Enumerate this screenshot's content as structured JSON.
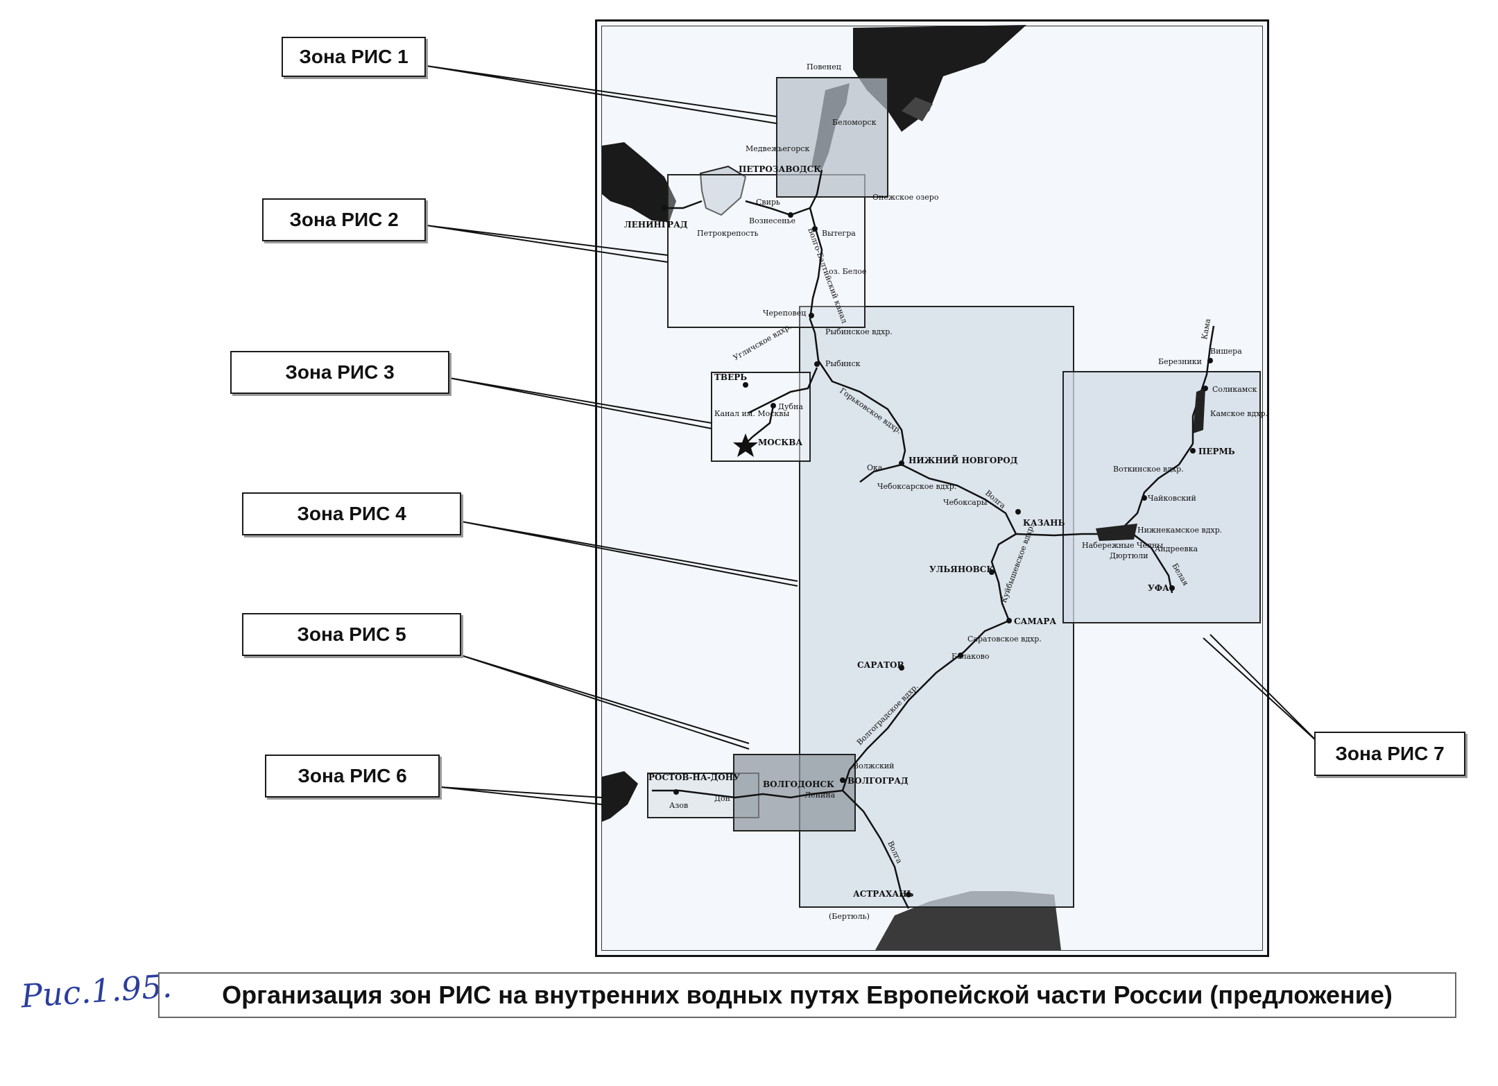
{
  "zones": [
    {
      "id": 1,
      "label": "Зона РИС 1"
    },
    {
      "id": 2,
      "label": "Зона РИС 2"
    },
    {
      "id": 3,
      "label": "Зона РИС 3"
    },
    {
      "id": 4,
      "label": "Зона РИС 4"
    },
    {
      "id": 5,
      "label": "Зона РИС 5"
    },
    {
      "id": 6,
      "label": "Зона РИС 6"
    },
    {
      "id": 7,
      "label": "Зона РИС 7"
    }
  ],
  "map": {
    "places": {
      "leningrad": "ЛЕНИНГРАД",
      "petrokrepost": "Петрокрепость",
      "svir": "Свирь",
      "voznesenie": "Вознесенье",
      "vytegra": "Вытегра",
      "volga_balt": "Волго-Балтийский канал",
      "oz_beloe": "оз. Белое",
      "cherepovets": "Череповец",
      "rybinskoe": "Рыбинское вдхр.",
      "rybinsk": "Рыбинск",
      "tver": "ТВЕРЬ",
      "uglich": "Угличское вдхр.",
      "dubna": "Дубна",
      "kanal_moskvy": "Канал им. Москвы",
      "moskva": "МОСКВА",
      "gorkovskoe": "Горьковское вдхр.",
      "nizhny": "НИЖНИЙ НОВГОРОД",
      "oka": "Ока",
      "cheboksary_res": "Чебоксарское вдхр.",
      "cheboksary": "Чебоксары",
      "volga1": "Волга",
      "kazan": "КАЗАНЬ",
      "ulyanovsk": "УЛЬЯНОВСК",
      "kuibyshev": "Куйбышевское вдхр.",
      "samara": "САМАРА",
      "saratovskoe": "Саратовское вдхр.",
      "balakovo": "Балаково",
      "saratov": "САРАТОВ",
      "volgogradskoe": "Волгоградское вдхр.",
      "volzhsky": "Волжский",
      "volgograd": "ВОЛГОГРАД",
      "volgodonsk": "ВОЛГОДОНСК",
      "lenin": "Ленина",
      "rostov": "РОСТОВ-НА-ДОНУ",
      "don": "Дон",
      "azov": "Азов",
      "volga2": "Волга",
      "astrakhan": "АСТРАХАНЬ",
      "bertyl": "(Бертюль)",
      "kama": "Кама",
      "vishera": "Вишера",
      "berezniki": "Березники",
      "solikamsk": "Соликамск",
      "kamskoe": "Камское вдхр.",
      "perm": "ПЕРМЬ",
      "votkinskoe": "Воткинское вдхр.",
      "chaikovsky": "Чайковский",
      "nizhnekamskoe": "Нижнекамское вдхр.",
      "nab_chelny": "Набережные Челны",
      "dyurtyuli": "Дюртюли",
      "andreevka": "Андреевка",
      "belaya": "Белая",
      "ufa": "УФА",
      "povenets": "Повенец",
      "medvezhegorsk": "Медвежьегорск",
      "petrozavodsk": "ПЕТРОЗАВОДСК",
      "belomorsk": "Беломорск",
      "onega_north": "Онежское озеро"
    }
  },
  "caption": "Организация зон РИС на внутренних водных путях Европейской части России (предложение)",
  "handwritten_note": "Рис.1.95."
}
